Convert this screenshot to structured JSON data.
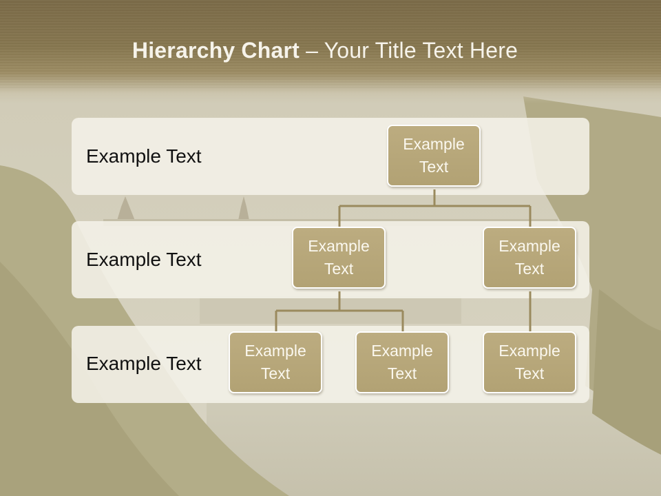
{
  "title": {
    "bold": "Hierarchy Chart",
    "rest": " – Your Title Text Here"
  },
  "rows": [
    {
      "label": "Example Text"
    },
    {
      "label": "Example Text"
    },
    {
      "label": "Example Text"
    }
  ],
  "nodes": {
    "root": "Example Text",
    "level2_left": "Example Text",
    "level2_right": "Example Text",
    "level3_a": "Example Text",
    "level3_b": "Example Text",
    "level3_c": "Example Text"
  },
  "colors": {
    "header": "#86764f",
    "node_fill": "#b7a779",
    "connector": "#9a8a5e",
    "panel": "#f4f1e8"
  }
}
